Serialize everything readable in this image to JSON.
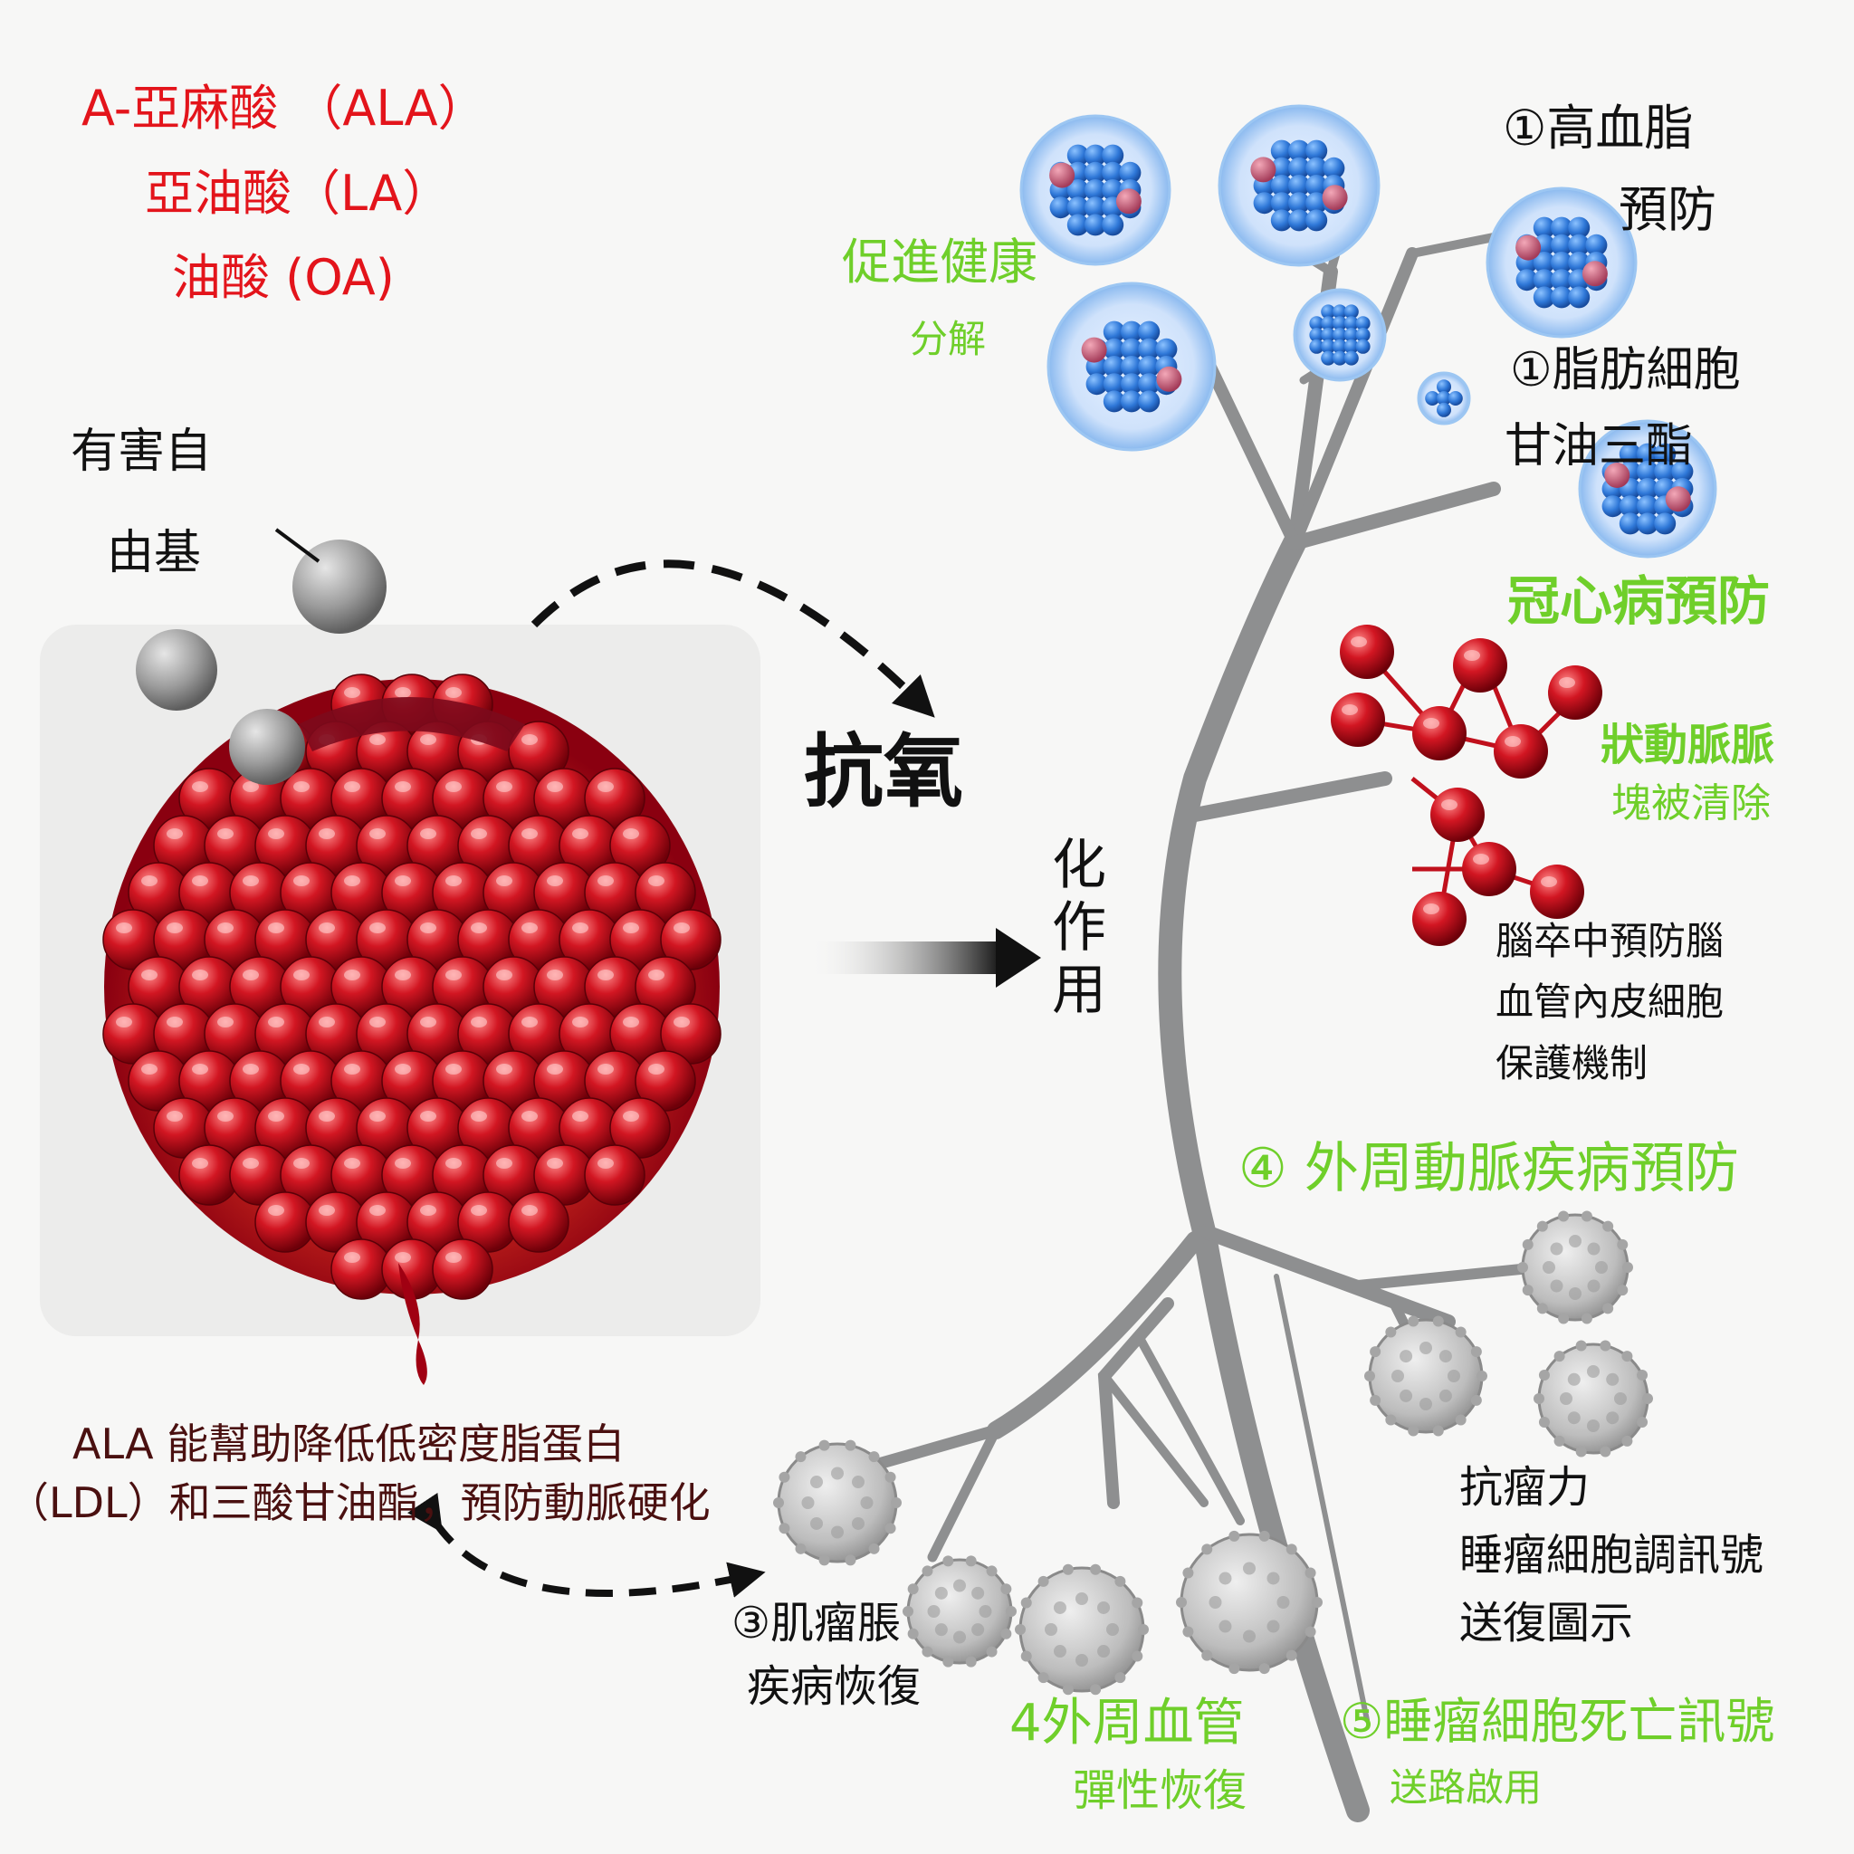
{
  "title_lines": [
    "A-亞麻酸 （ALA）",
    "亞油酸（LA）",
    "油酸 (OA)"
  ],
  "free_radical": [
    "有害自",
    "由基"
  ],
  "antioxidant": "抗氧",
  "action_chars": [
    "化",
    "作",
    "用"
  ],
  "ala_note": [
    "ALA 能幫助降低低密度脂蛋白",
    "（LDL）和三酸甘油酯，預防動脈硬化"
  ],
  "fat_prevention": [
    "①高血脂",
    "預防"
  ],
  "health": {
    "main": "促進健康",
    "sub": "分解"
  },
  "fat_cells": [
    "①脂肪細胞",
    "甘油三酯"
  ],
  "coronary": "冠心病預防",
  "plaque": {
    "main": "狀動脈脈",
    "sub": "塊被清除"
  },
  "stroke": [
    "腦卒中預防腦",
    "血管內皮細胞",
    "保護機制"
  ],
  "peripheral": "④ 外周動脈疾病預防",
  "antitumor": [
    "抗瘤力",
    "睡瘤細胞調訊號",
    "送復圖示"
  ],
  "muscle": [
    "③肌瘤脹",
    "疾病恢復"
  ],
  "vessel": {
    "main": "4外周血管",
    "sub": "彈性恢復"
  },
  "death_signal": {
    "main": "⑤睡瘤細胞死亡訊號",
    "sub": "送路啟用"
  },
  "colors": {
    "red_text": "#e3141b",
    "green_text": "#6fcf2a",
    "dark_text": "#111111",
    "branch": "#8e8f90",
    "blue_cell": "#3d86e0",
    "red_sphere": "#c0101c",
    "grey_cell": "#b4b4b4"
  }
}
